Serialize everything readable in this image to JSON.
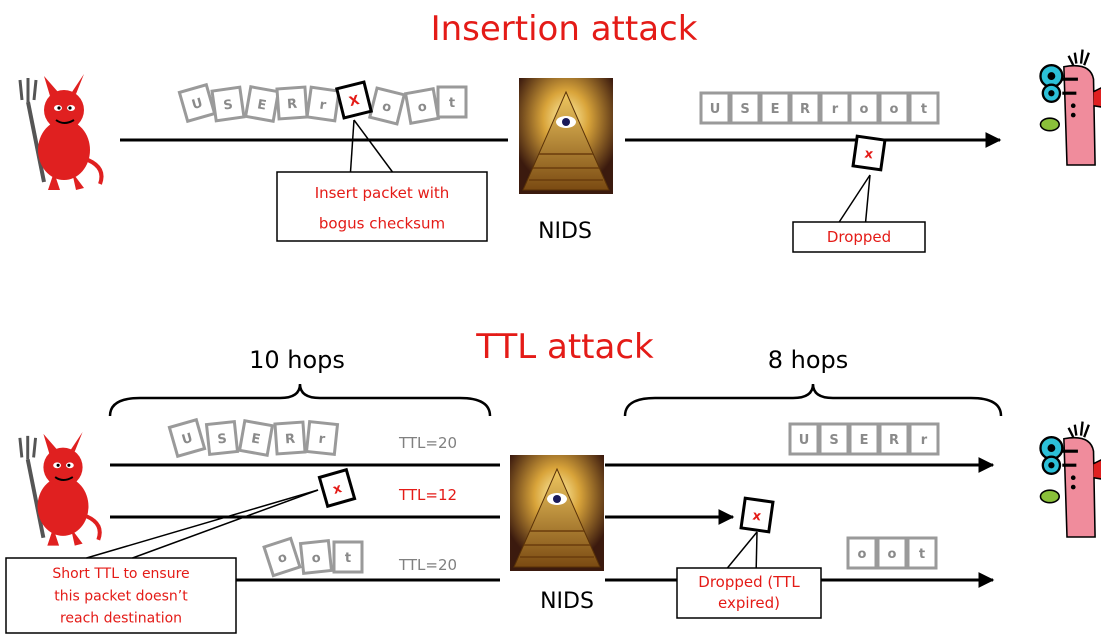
{
  "colors": {
    "title": "#e41b17",
    "callout_text": "#e41b17",
    "packet_border": "#9a9a9a",
    "packet_text": "#8a8a8a",
    "line": "#000000",
    "ttl_gray": "#808080"
  },
  "insertion": {
    "title": "Insertion attack",
    "attacker_icon": "devil-attacker-icon",
    "victim_icon": "cartoon-victim-head-icon",
    "nids_icon": "eye-pyramid-icon",
    "nids_label": "NIDS",
    "packets_sent": [
      "U",
      "S",
      "E",
      "R",
      "r",
      "X",
      "o",
      "o",
      "t"
    ],
    "packets_received": [
      "U",
      "S",
      "E",
      "R",
      "r",
      "o",
      "o",
      "t"
    ],
    "bogus_packet": "X",
    "callout_insert": [
      "Insert packet with",
      "bogus checksum"
    ],
    "dropped_packet": "x",
    "callout_dropped": "Dropped"
  },
  "ttl": {
    "title": "TTL attack",
    "hops_left": "10 hops",
    "hops_right": "8 hops",
    "attacker_icon": "devil-attacker-icon",
    "victim_icon": "cartoon-victim-head-icon",
    "nids_icon": "eye-pyramid-icon",
    "nids_label": "NIDS",
    "row1_packets": [
      "U",
      "S",
      "E",
      "R",
      "r"
    ],
    "row1_ttl": "TTL=20",
    "row1_received": [
      "U",
      "S",
      "E",
      "R",
      "r"
    ],
    "row2_packet": "x",
    "row2_ttl": "TTL=12",
    "row2_dropped_packet": "x",
    "row3_packets": [
      "o",
      "o",
      "t"
    ],
    "row3_ttl": "TTL=20",
    "row3_received": [
      "o",
      "o",
      "t"
    ],
    "callout_short_ttl": [
      "Short TTL to ensure",
      "this packet doesn’t",
      "reach destination"
    ],
    "callout_dropped_ttl": [
      "Dropped (TTL",
      "expired)"
    ]
  }
}
